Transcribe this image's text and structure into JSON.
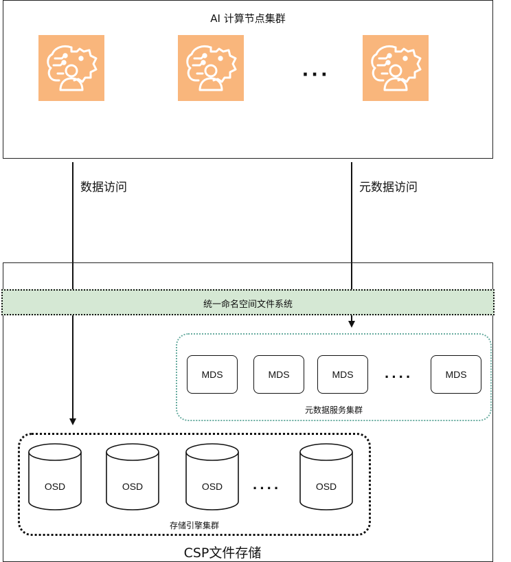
{
  "compute_cluster": {
    "title": "AI 计算节点集群",
    "ellipsis": "···",
    "node_icon": "ai-brain-gear-person-icon",
    "icon_color": "#f9b67c"
  },
  "arrows": {
    "data_access": "数据访问",
    "metadata_access": "元数据访问"
  },
  "storage": {
    "title": "CSP文件存储",
    "namespace_bar": "统一命名空间文件系统",
    "namespace_color": "#d5e8d4",
    "mds_cluster": {
      "label": "元数据服务集群",
      "nodes": [
        "MDS",
        "MDS",
        "MDS",
        "MDS"
      ],
      "ellipsis": "····",
      "border_color": "#67ab9f"
    },
    "osd_cluster": {
      "label": "存储引擎集群",
      "nodes": [
        "OSD",
        "OSD",
        "OSD",
        "OSD"
      ],
      "ellipsis": "····"
    }
  }
}
